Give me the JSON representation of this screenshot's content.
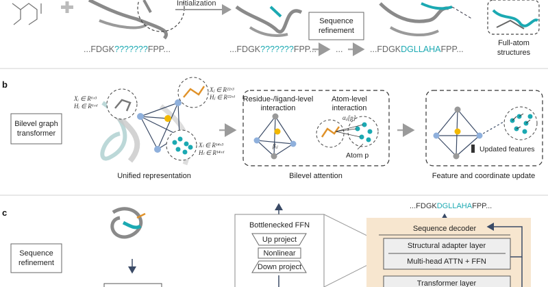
{
  "panel_a": {
    "arrow_label": "Initialization",
    "seq_prefix": "...FDGK",
    "seq_mask": "???????",
    "seq_suffix": "FPP...",
    "seq_mid_prefix": "...FDGK",
    "seq_mid_mask": "???????",
    "seq_mid_suffix": "FPP...",
    "ellipsis": "...",
    "seq_final_prefix": "...FDGK",
    "seq_final_design": "DGLLAHA",
    "seq_final_suffix": "FPP...",
    "refinement_box": [
      "Sequence",
      "refinement"
    ],
    "full_atom_label": [
      "Full-atom",
      "structures"
    ]
  },
  "panel_b": {
    "panel_letter": "b",
    "box_label": [
      "Bilevel graph",
      "transformer"
    ],
    "math_x1": "Xᵢ ∈ R⁶ˣ³",
    "math_h1": "Hᵢ ∈ R⁶ˣᵈ",
    "math_x2": "Xⱼ ∈ R²²ˣ³",
    "math_h2": "Hⱼ ∈ R²²ˣᵈ",
    "math_x3": "Xₗ ∈ R¹⁴ˣ³",
    "math_h3": "Hₗ ∈ R¹⁴ˣᵈ",
    "residue_title": [
      "Residue-/ligand-level",
      "interaction"
    ],
    "atom_title": [
      "Atom-level",
      "interaction"
    ],
    "beta_label": "βᵢⱼ",
    "alpha_label": "αᵢⱼ[p]",
    "atom_p_label": "Atom p",
    "updated_features": "Updated features",
    "caption_unified": "Unified representation",
    "caption_bilevel": "Bilevel attention",
    "caption_update": "Feature and coordinate update"
  },
  "panel_c": {
    "panel_letter": "c",
    "box_label": [
      "Sequence",
      "refinement"
    ],
    "ffn_title": "Bottlenecked FFN",
    "up_project": "Up project",
    "nonlinear": "Nonlinear",
    "down_project": "Down project",
    "out_prefix": "...FDGK",
    "out_design": "DGLLAHA",
    "out_suffix": "FPP...",
    "seq_decoder": "Sequence decoder",
    "adapter": "Structural adapter layer",
    "mha": "Multi-head ATTN + FFN",
    "transformer": "Transformer layer"
  },
  "colors": {
    "cyan": "#1ba9b2",
    "orange": "#e0922a",
    "peach": "#f7e6cf",
    "protein_gray": "#8a8a8a",
    "node_blue": "#8fb0dc",
    "node_yellow": "#f2b800"
  }
}
